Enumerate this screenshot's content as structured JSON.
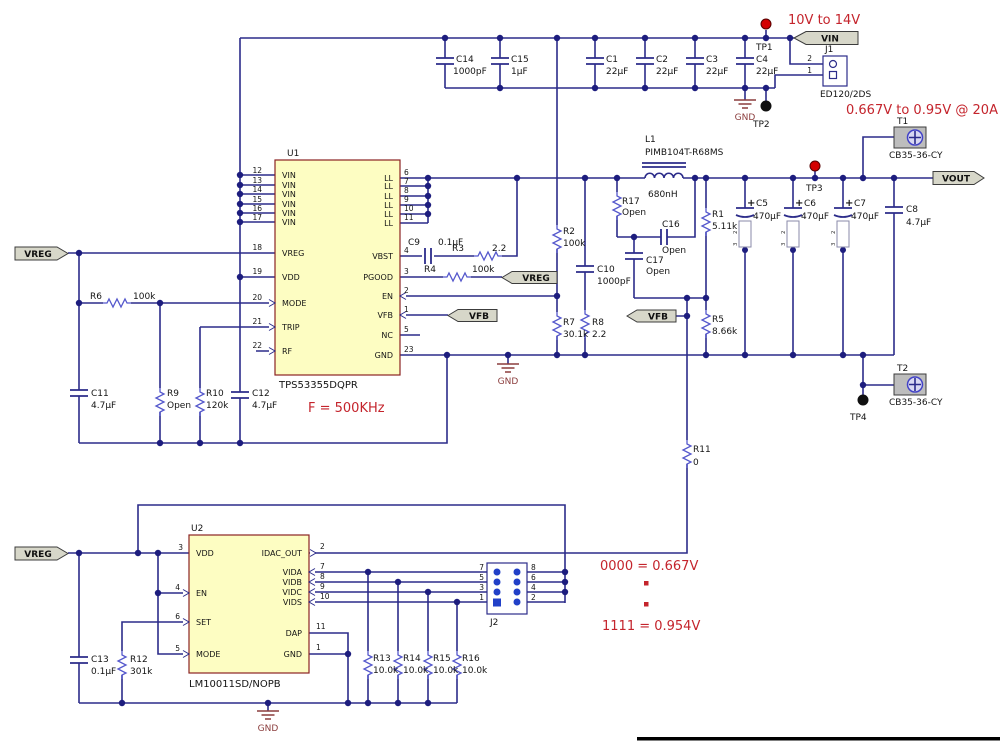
{
  "annotations": {
    "vin_range": "10V to 14V",
    "vout_range": "0.667V to 0.95V @ 20A",
    "freq": "F = 500KHz",
    "vid_min": "0000 = 0.667V",
    "vid_max": "1111 = 0.954V"
  },
  "net_labels": {
    "vin": "VIN",
    "vout": "VOUT",
    "vreg": "VREG",
    "vfb": "VFB"
  },
  "gnd_label": "GND",
  "u1": {
    "ref": "U1",
    "part": "TPS53355DQPR",
    "left_pins": [
      {
        "num": "12",
        "name": "VIN"
      },
      {
        "num": "13",
        "name": "VIN"
      },
      {
        "num": "14",
        "name": "VIN"
      },
      {
        "num": "15",
        "name": "VIN"
      },
      {
        "num": "16",
        "name": "VIN"
      },
      {
        "num": "17",
        "name": "VIN"
      },
      {
        "num": "18",
        "name": "VREG"
      },
      {
        "num": "19",
        "name": "VDD"
      },
      {
        "num": "20",
        "name": "MODE"
      },
      {
        "num": "21",
        "name": "TRIP"
      },
      {
        "num": "22",
        "name": "RF"
      }
    ],
    "right_pins": [
      {
        "num": "6",
        "name": "LL"
      },
      {
        "num": "7",
        "name": "LL"
      },
      {
        "num": "8",
        "name": "LL"
      },
      {
        "num": "9",
        "name": "LL"
      },
      {
        "num": "10",
        "name": "LL"
      },
      {
        "num": "11",
        "name": "LL"
      },
      {
        "num": "4",
        "name": "VBST"
      },
      {
        "num": "3",
        "name": "PGOOD"
      },
      {
        "num": "2",
        "name": "EN"
      },
      {
        "num": "1",
        "name": "VFB"
      },
      {
        "num": "5",
        "name": "NC"
      },
      {
        "num": "23",
        "name": "GND"
      }
    ]
  },
  "u2": {
    "ref": "U2",
    "part": "LM10011SD/NOPB",
    "left_pins": [
      {
        "num": "3",
        "name": "VDD"
      },
      {
        "num": "4",
        "name": "EN"
      },
      {
        "num": "6",
        "name": "SET"
      },
      {
        "num": "5",
        "name": "MODE"
      }
    ],
    "right_pins": [
      {
        "num": "2",
        "name": "IDAC_OUT"
      },
      {
        "num": "7",
        "name": "VIDA"
      },
      {
        "num": "8",
        "name": "VIDB"
      },
      {
        "num": "9",
        "name": "VIDC"
      },
      {
        "num": "10",
        "name": "VIDS"
      },
      {
        "num": "11",
        "name": "DAP"
      },
      {
        "num": "1",
        "name": "GND"
      }
    ]
  },
  "components": {
    "c1": {
      "ref": "C1",
      "value": "22μF"
    },
    "c2": {
      "ref": "C2",
      "value": "22μF"
    },
    "c3": {
      "ref": "C3",
      "value": "22μF"
    },
    "c4": {
      "ref": "C4",
      "value": "22μF"
    },
    "c5": {
      "ref": "C5",
      "value": "470μF"
    },
    "c6": {
      "ref": "C6",
      "value": "470μF"
    },
    "c7": {
      "ref": "C7",
      "value": "470μF"
    },
    "c8": {
      "ref": "C8",
      "value": "4.7μF"
    },
    "c9": {
      "ref": "C9",
      "value": "0.1μF"
    },
    "c10": {
      "ref": "C10",
      "value": "1000pF"
    },
    "c11": {
      "ref": "C11",
      "value": "4.7μF"
    },
    "c12": {
      "ref": "C12",
      "value": "4.7μF"
    },
    "c13": {
      "ref": "C13",
      "value": "0.1μF"
    },
    "c14": {
      "ref": "C14",
      "value": "1000pF"
    },
    "c15": {
      "ref": "C15",
      "value": "1μF"
    },
    "c16": {
      "ref": "C16",
      "value": "Open"
    },
    "c17": {
      "ref": "C17",
      "value": "Open"
    },
    "r1": {
      "ref": "R1",
      "value": "5.11k"
    },
    "r2": {
      "ref": "R2",
      "value": "100k"
    },
    "r3": {
      "ref": "R3",
      "value": "2.2"
    },
    "r4": {
      "ref": "R4",
      "value": "100k"
    },
    "r5": {
      "ref": "R5",
      "value": "8.66k"
    },
    "r6": {
      "ref": "R6",
      "value": "100k"
    },
    "r7": {
      "ref": "R7",
      "value": "30.1k"
    },
    "r8": {
      "ref": "R8",
      "value": "2.2"
    },
    "r9": {
      "ref": "R9",
      "value": "Open"
    },
    "r10": {
      "ref": "R10",
      "value": "120k"
    },
    "r11": {
      "ref": "R11",
      "value": "0"
    },
    "r12": {
      "ref": "R12",
      "value": "301k"
    },
    "r13": {
      "ref": "R13",
      "value": "10.0k"
    },
    "r14": {
      "ref": "R14",
      "value": "10.0k"
    },
    "r15": {
      "ref": "R15",
      "value": "10.0k"
    },
    "r16": {
      "ref": "R16",
      "value": "10.0k"
    },
    "r17": {
      "ref": "R17",
      "value": "Open"
    },
    "l1": {
      "ref": "L1",
      "part": "PIMB104T-R68MS",
      "value": "680nH"
    }
  },
  "connectors": {
    "j1": {
      "ref": "J1",
      "part": "ED120/2DS",
      "pin2": "2",
      "pin1": "1"
    },
    "j2": {
      "ref": "J2",
      "left_pins": [
        "7",
        "5",
        "3",
        "1"
      ],
      "right_pins": [
        "8",
        "6",
        "4",
        "2"
      ]
    }
  },
  "terminals": {
    "t1": {
      "ref": "T1",
      "part": "CB35-36-CY"
    },
    "t2": {
      "ref": "T2",
      "part": "CB35-36-CY"
    }
  },
  "test_points": {
    "tp1": "TP1",
    "tp2": "TP2",
    "tp3": "TP3",
    "tp4": "TP4"
  },
  "cap_can_pins": {
    "p2": "2",
    "p3": "3"
  }
}
